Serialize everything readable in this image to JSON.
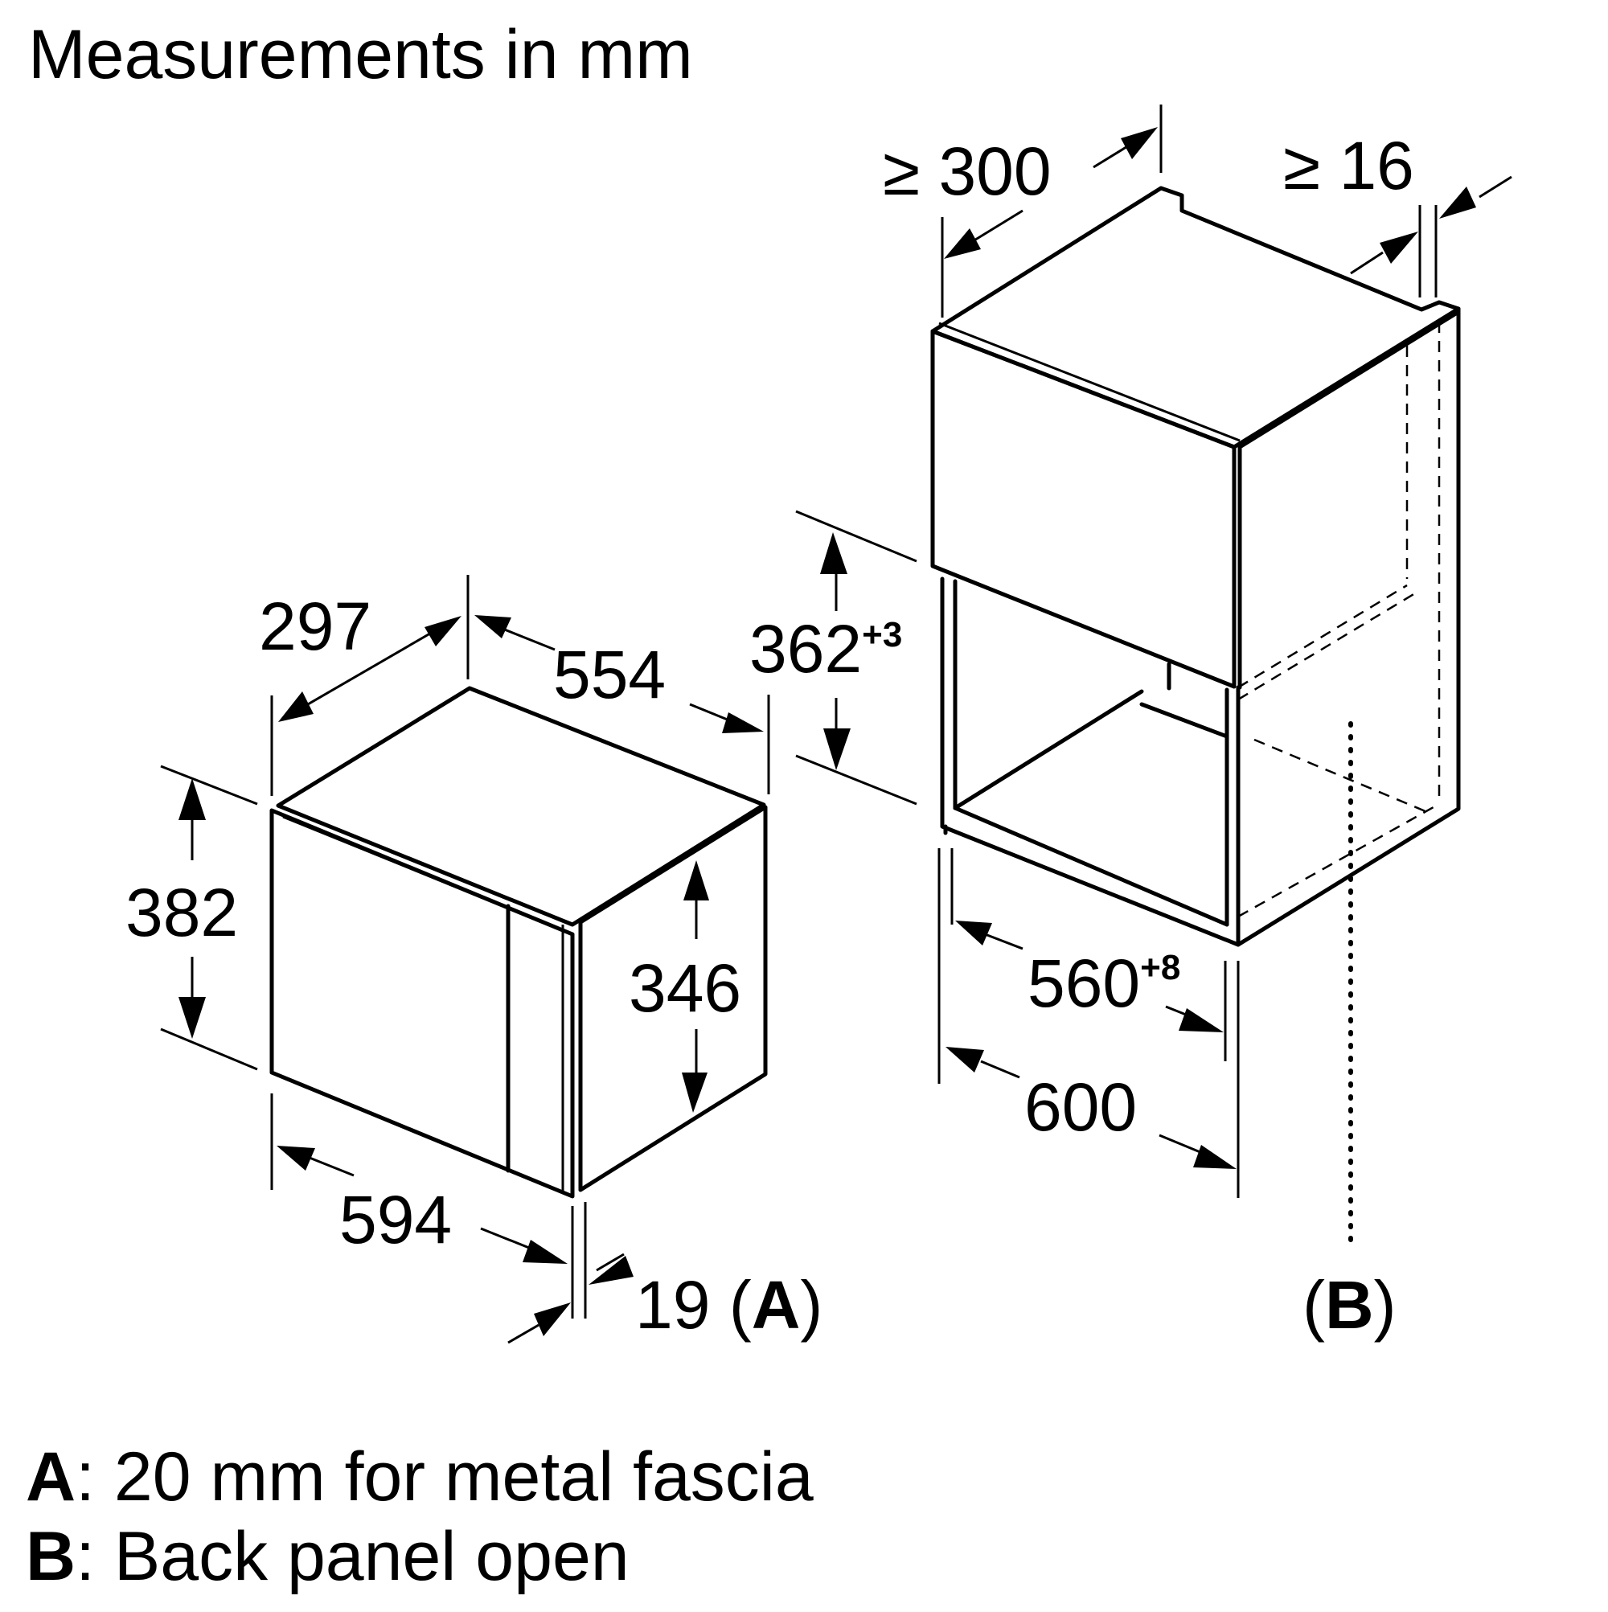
{
  "title": "Measurements in mm",
  "appliance_dims": {
    "depth": "297",
    "top_width": "554",
    "height": "382",
    "inner_height": "346",
    "width": "594",
    "fascia": "19",
    "fascia_ref": "A"
  },
  "niche_dims": {
    "min_depth": "≥ 300",
    "min_gap": "≥ 16",
    "height": "362",
    "height_tol": "+3",
    "inner_width": "560",
    "inner_width_tol": "+8",
    "outer_width": "600",
    "back_ref": "B"
  },
  "notes": [
    {
      "key": "A",
      "text": ": 20 mm for metal fascia"
    },
    {
      "key": "B",
      "text": ": Back panel open"
    }
  ]
}
